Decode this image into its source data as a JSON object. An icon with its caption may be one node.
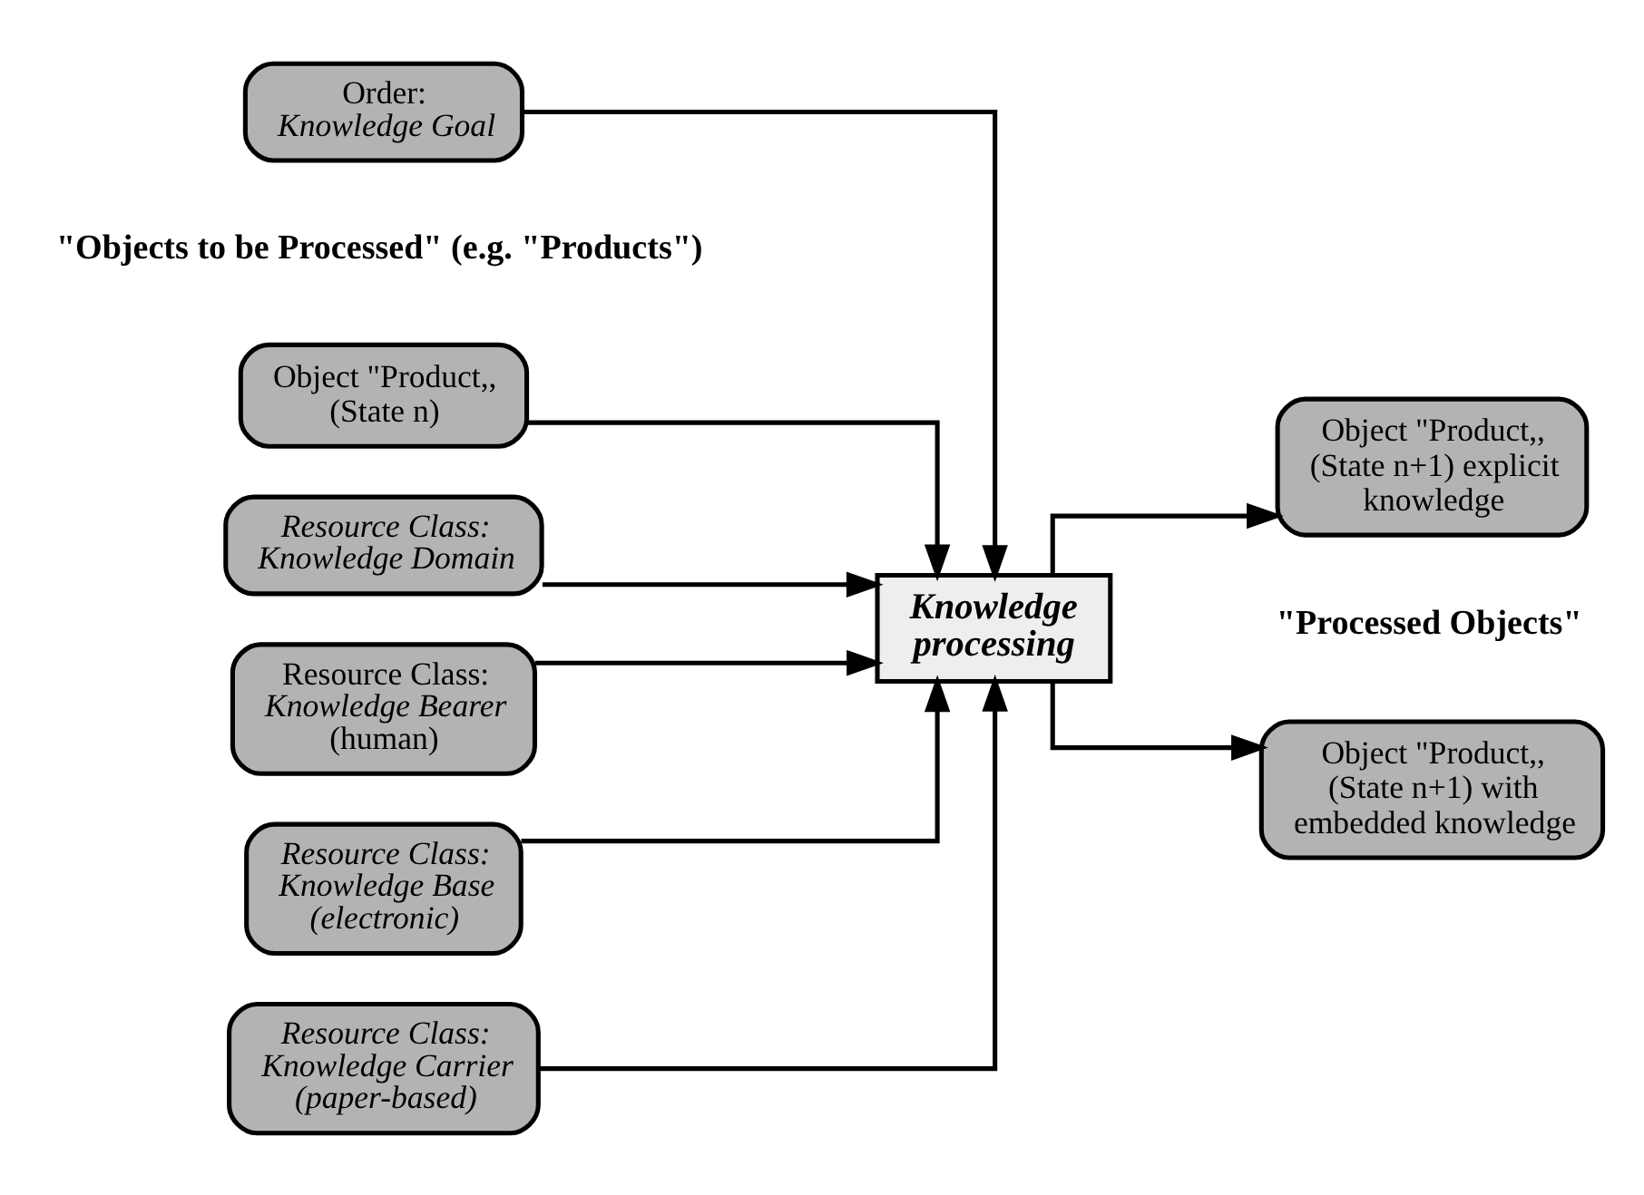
{
  "diagram": {
    "nodes": [
      {
        "text": [
          "Order:",
          "Knowledge Goal"
        ]
      },
      {
        "text": [
          "Object \"Product,, (State n)"
        ]
      },
      {
        "text": [
          "Knowledge processing"
        ]
      },
      {
        "text": [
          "Object \"Product,, (State n+1) with embedded knowledge"
        ]
      },
      {
        "text": [
          "Object \"Product,, (State n+1) explicit knowledge"
        ]
      },
      {
        "text": [
          "Resource Class: Knowledge Domain"
        ]
      },
      {
        "text": [
          "Resource Class:",
          "Knowledge Bearer",
          "(human)"
        ]
      },
      {
        "text": [
          "Resource Class: Knowledge Base (electronic)"
        ]
      },
      {
        "text": [
          "Resource Class: Knowledge Carrier (paper-based)"
        ]
      }
    ],
    "edges": [
      {
        "from": 0,
        "to": 2,
        "arrow": "to"
      },
      {
        "from": 1,
        "to": 2,
        "arrow": "to"
      },
      {
        "from": 2,
        "to": 3,
        "arrow": "to"
      },
      {
        "from": 2,
        "to": 4,
        "arrow": "to"
      },
      {
        "from": 5,
        "to": 2,
        "arrow": "to"
      },
      {
        "from": 6,
        "to": 2,
        "arrow": "to"
      },
      {
        "from": 7,
        "to": 2,
        "arrow": "to"
      },
      {
        "from": 8,
        "to": 2,
        "arrow": "to"
      }
    ],
    "labels": [
      "\"Objects to be Processed\" (e.g. \"Products\")",
      "\"Processed Objects\""
    ]
  }
}
